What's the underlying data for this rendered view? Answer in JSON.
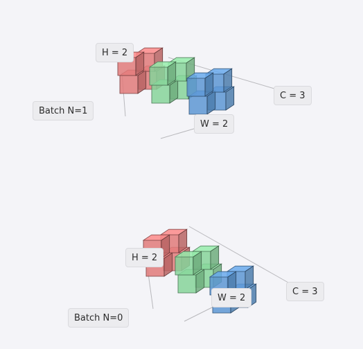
{
  "labels": {
    "top": {
      "height": "H = 2",
      "channels": "C = 3",
      "width": "W = 2",
      "batch": "Batch N=1"
    },
    "bottom": {
      "height": "H = 2",
      "channels": "C = 3",
      "width": "W = 2",
      "batch": "Batch N=0"
    }
  },
  "tensor": {
    "batches": 2,
    "channels": 3,
    "height": 2,
    "width": 2
  },
  "channel_colors": {
    "channel_1": "#e07a7a",
    "channel_2": "#86d39a",
    "channel_3": "#5d97d3"
  },
  "background": "#f4f4f8"
}
